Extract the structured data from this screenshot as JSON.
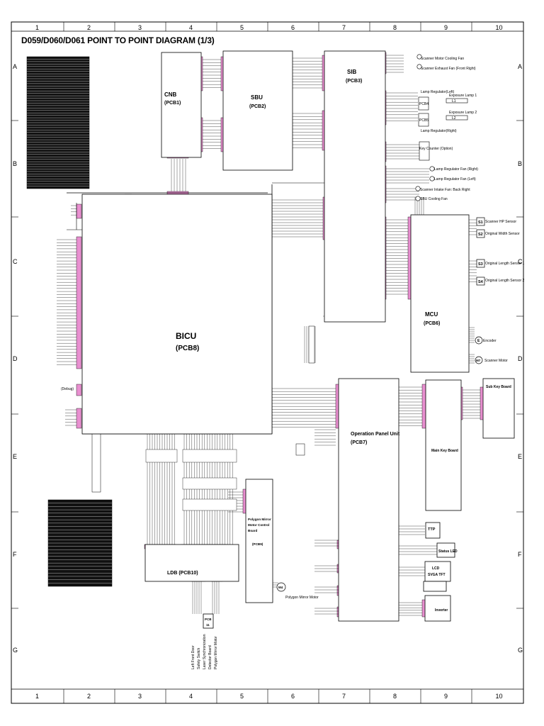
{
  "title": "D059/D060/D061 POINT TO POINT DIAGRAM (1/3)",
  "grid": {
    "columns": [
      "1",
      "2",
      "3",
      "4",
      "5",
      "6",
      "7",
      "8",
      "9",
      "10"
    ],
    "rows": [
      "A",
      "B",
      "C",
      "D",
      "E",
      "F",
      "G"
    ]
  },
  "boards": {
    "cnb": {
      "name": "CNB",
      "code": "(PCB1)"
    },
    "sbu": {
      "name": "SBU",
      "code": "(PCB2)"
    },
    "sib": {
      "name": "SIB",
      "code": "(PCB3)"
    },
    "bicu": {
      "name": "BICU",
      "code": "(PCB8)"
    },
    "mcu": {
      "name": "MCU",
      "code": "(PCB6)"
    },
    "opu": {
      "name": "Operation Panel Unit",
      "code": "(PCB7)"
    },
    "ldb": {
      "name": "LDB (PCB10)"
    },
    "polygon": {
      "line1": "Polygon Mirror",
      "line2": "Motor Control",
      "line3": "Board",
      "code": "(PCB9)"
    },
    "subkey": {
      "name": "Sub Key Board"
    },
    "mainkey": {
      "name": "Main Key Board"
    },
    "ttp": {
      "name": "TTP"
    },
    "statusled": {
      "name": "Status LED"
    },
    "lcd": {
      "line1": "LCD",
      "line2": "SVGA TFT"
    },
    "inverter": {
      "name": "Inverter"
    },
    "pcb11": {
      "line1": "PCB",
      "line2": "11"
    }
  },
  "components": {
    "scanner_motor_cooling_fan": "Scanner Motor Cooling Fan",
    "scanner_exhaust_fan": "Scanner Exhaust Fan (Front Right)",
    "lamp_regulator_left": "Lamp Regulator(Left)",
    "exposure_lamp_1": "Exposure Lamp 1",
    "exposure_lamp_2": "Exposure Lamp 2",
    "lamp_regulator_right": "Lamp Regulator(Right)",
    "pcb4": "PCB4",
    "pcb5": "PCB5",
    "l1": "L1",
    "l2": "L2",
    "key_counter": "Key Counter (Option)",
    "lamp_reg_fan_right": "Lamp Regulator Fan (Right)",
    "lamp_reg_fan_left": "Lamp Regulator Fan (Left)",
    "scanner_intake_fan": "Scanner Intake Fan: Back Right",
    "sbu_cooling_fan": "SBU Cooling Fan",
    "scanner_hp_sensor": "Scanner HP Sensor",
    "original_width_sensor": "Original Width Sensor",
    "original_length_sensor_1": "Original Length Sensor 1",
    "original_length_sensor_2": "Original Length Sensor 2",
    "encoder": "Encoder",
    "scanner_motor": "Scanner Motor",
    "polygon_mirror_motor": "Polygon Mirror Motor",
    "s1": "S1",
    "s2": "S2",
    "s3": "S3",
    "s4": "S4",
    "e": "E",
    "m7": "M7",
    "m4": "M4",
    "debug": "(Debug)",
    "ldb_cables": [
      "Left Front Door",
      "Safety Switch",
      "Laser Synchronization",
      "Detector Board",
      "Polygon Mirror Motor"
    ]
  },
  "colors": {
    "connector": "#e88fd0",
    "table_dark": "#111111",
    "table_blue": "#1a1a80",
    "line": "#000000"
  }
}
